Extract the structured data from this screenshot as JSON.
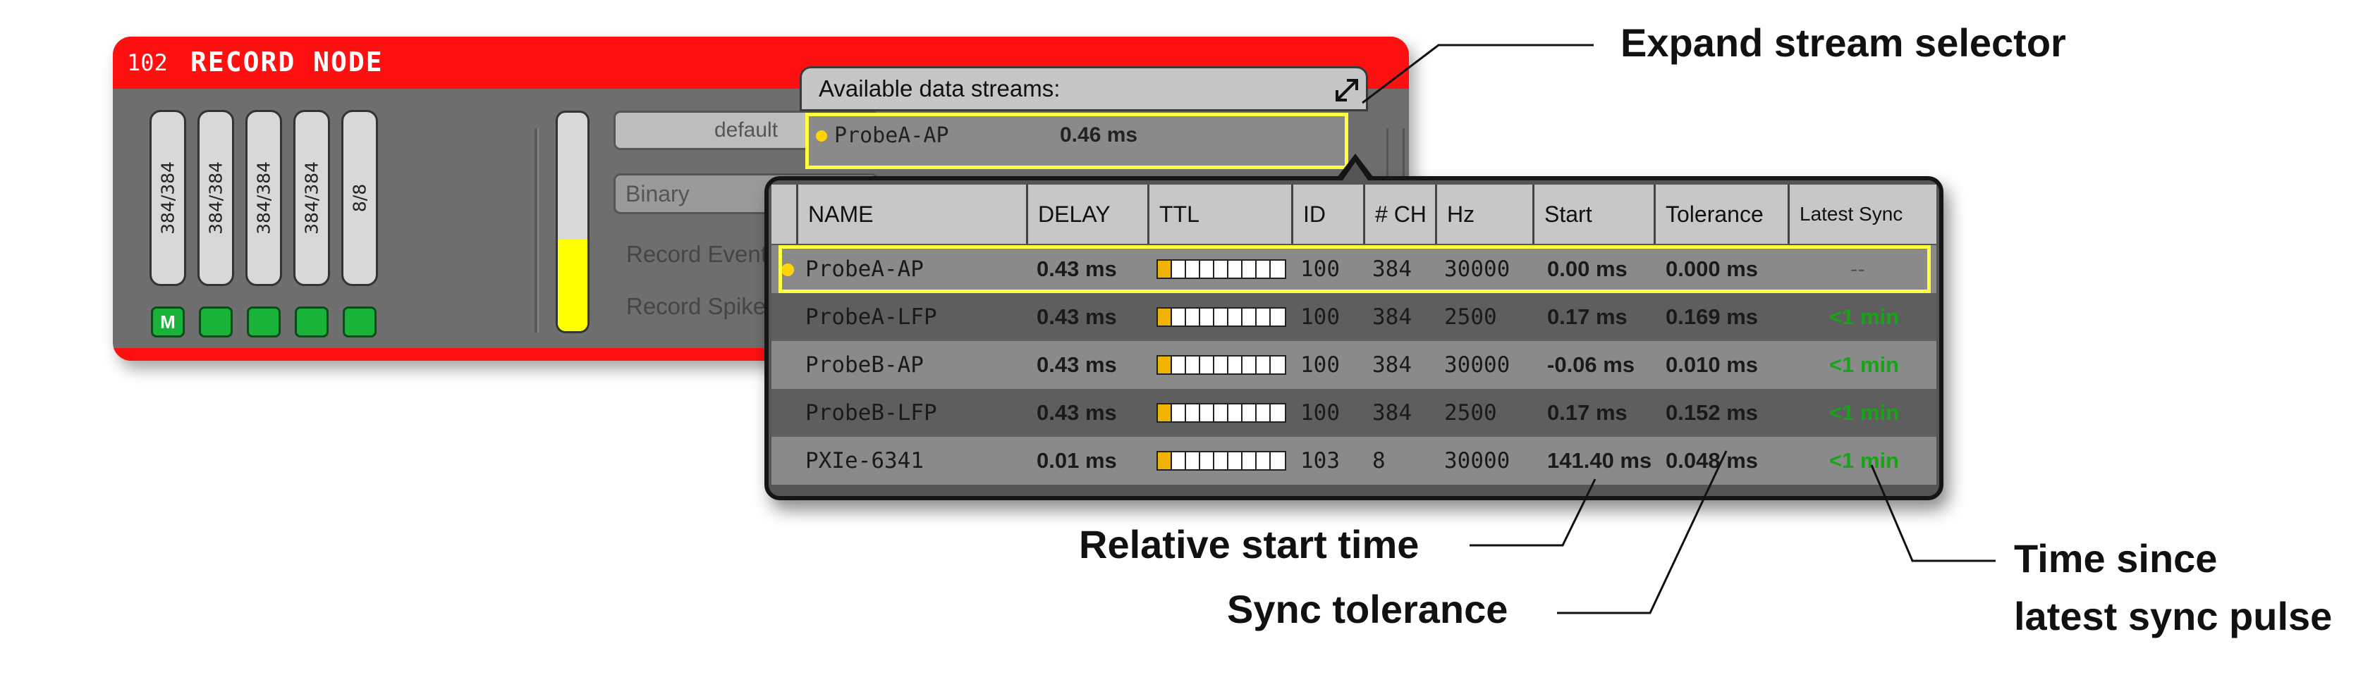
{
  "node": {
    "id": "102",
    "title": "RECORD NODE",
    "streams": [
      {
        "label": "384/384",
        "button": "M"
      },
      {
        "label": "384/384",
        "button": ""
      },
      {
        "label": "384/384",
        "button": ""
      },
      {
        "label": "384/384",
        "button": ""
      },
      {
        "label": "8/8",
        "button": ""
      }
    ],
    "level_fraction": 0.42,
    "directory_button": "default",
    "format_select": "Binary",
    "record_events_label": "Record Events",
    "record_spikes_label": "Record Spikes"
  },
  "stream_selector": {
    "header": "Available data streams:",
    "background_row": {
      "name": "ProbeA-AP",
      "delay": "0.46 ms"
    },
    "columns": [
      "NAME",
      "DELAY",
      "TTL",
      "ID",
      "# CH",
      "Hz",
      "Start",
      "Tolerance",
      "Latest Sync"
    ],
    "rows": [
      {
        "name": "ProbeA-AP",
        "delay": "0.43 ms",
        "id": "100",
        "ch": "384",
        "hz": "30000",
        "start": "0.00 ms",
        "tolerance": "0.000 ms",
        "sync": "--",
        "selected": true
      },
      {
        "name": "ProbeA-LFP",
        "delay": "0.43 ms",
        "id": "100",
        "ch": "384",
        "hz": "2500",
        "start": "0.17 ms",
        "tolerance": "0.169 ms",
        "sync": "<1 min"
      },
      {
        "name": "ProbeB-AP",
        "delay": "0.43 ms",
        "id": "100",
        "ch": "384",
        "hz": "30000",
        "start": "-0.06 ms",
        "tolerance": "0.010 ms",
        "sync": "<1 min"
      },
      {
        "name": "ProbeB-LFP",
        "delay": "0.43 ms",
        "id": "100",
        "ch": "384",
        "hz": "2500",
        "start": "0.17 ms",
        "tolerance": "0.152 ms",
        "sync": "<1 min"
      },
      {
        "name": "PXIe-6341",
        "delay": "0.01 ms",
        "id": "103",
        "ch": "8",
        "hz": "30000",
        "start": "141.40 ms",
        "tolerance": "0.048 ms",
        "sync": "<1 min"
      }
    ]
  },
  "callouts": {
    "expand": "Expand stream selector",
    "start": "Relative start time",
    "tolerance": "Sync tolerance",
    "latest_line1": "Time since",
    "latest_line2": "latest sync pulse"
  },
  "colors": {
    "accent_red": "#ff1010",
    "sync_green": "#17a417",
    "highlight_yellow": "#ffff44",
    "ttl_on": "#f0b400"
  }
}
